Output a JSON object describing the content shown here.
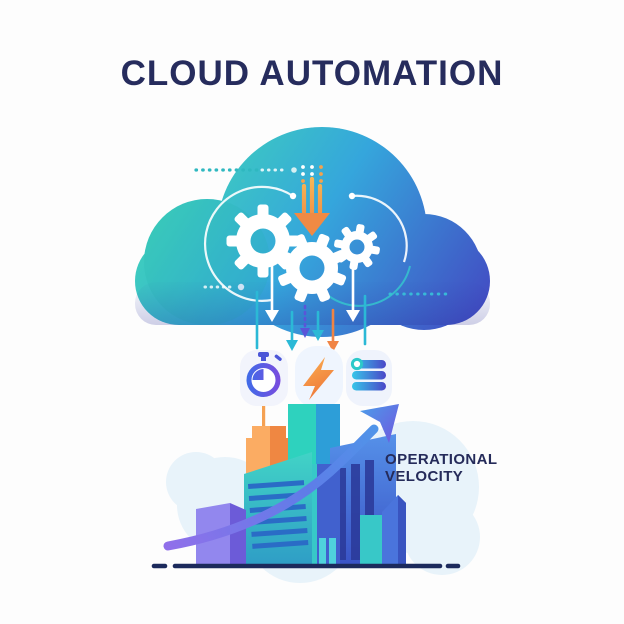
{
  "title": "CLOUD AUTOMATION",
  "velocity_label": {
    "line1": "OPERATIONAL",
    "line2": "VELOCITY"
  },
  "icons": {
    "cloud": "cloud-shape",
    "gears": "gear-icon",
    "automation_arrow": "triple-down-arrow-icon",
    "speed": "stopwatch-icon",
    "power": "lightning-bolt-icon",
    "data": "database-icon",
    "growth": "growth-arrow-icon",
    "city": "city-buildings"
  },
  "colors": {
    "title_text": "#262C5D",
    "cloud_teal": "#3FD4B9",
    "cloud_blue": "#35A6DC",
    "cloud_indigo": "#4348C2",
    "accent_orange": "#F0853F",
    "accent_teal": "#2BB9D6",
    "accent_purple": "#5A55D8",
    "building_purple": "#9287EE",
    "building_teal": "#2ED2BE",
    "building_blue": "#4A74DC",
    "ground": "#1C2A5C"
  }
}
